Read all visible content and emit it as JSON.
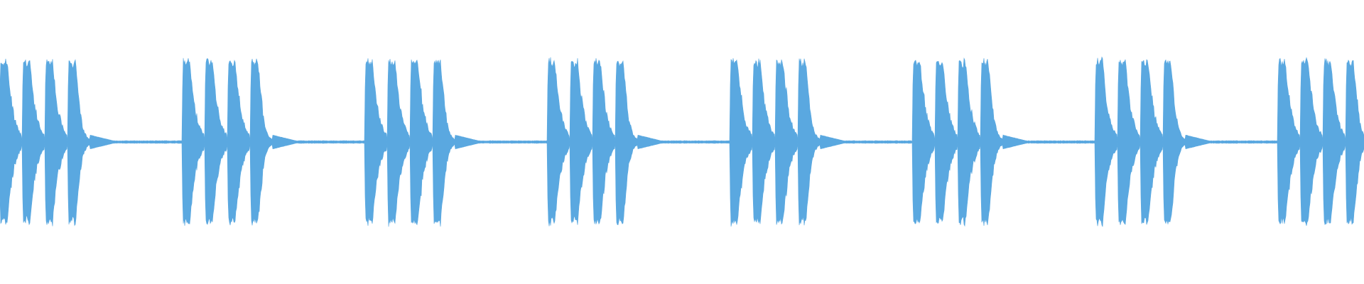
{
  "waveform": {
    "color": "#5aa8e0",
    "background": "#ffffff",
    "bursts_visible": 8,
    "pulses_per_burst": 4,
    "peak_amplitude": 0.85,
    "silence_level": 0.01,
    "last_burst_truncated": true
  }
}
